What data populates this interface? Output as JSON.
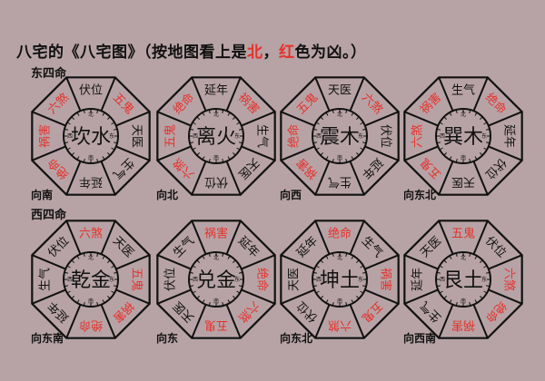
{
  "title": {
    "prefix": "八宅的《八宅图》（按地图看上是",
    "north": "北",
    "sep": "，",
    "red": "红",
    "suffix": "色为凶。）"
  },
  "colors": {
    "background": "#b7a3a6",
    "good": "#111111",
    "bad": "#e8302a",
    "line": "#111111"
  },
  "sections": [
    {
      "label": "东四命"
    },
    {
      "label": "西四命"
    }
  ],
  "ring_markers": {
    "top": "北",
    "right": "东",
    "bottom": "南",
    "left": "西"
  },
  "octagons": [
    {
      "name": "坎水",
      "direction": "向南",
      "row": 0,
      "col": 0,
      "sectors": [
        {
          "pos": "top",
          "label": "伏位",
          "bad": false
        },
        {
          "pos": "top-right",
          "label": "五鬼",
          "bad": true
        },
        {
          "pos": "right",
          "label": "天医",
          "bad": false
        },
        {
          "pos": "bottom-right",
          "label": "生气",
          "bad": false
        },
        {
          "pos": "bottom",
          "label": "延年",
          "bad": false
        },
        {
          "pos": "bottom-left",
          "label": "绝命",
          "bad": true
        },
        {
          "pos": "left",
          "label": "祸害",
          "bad": true
        },
        {
          "pos": "top-left",
          "label": "六煞",
          "bad": true
        }
      ]
    },
    {
      "name": "离火",
      "direction": "向北",
      "row": 0,
      "col": 1,
      "sectors": [
        {
          "pos": "top",
          "label": "延年",
          "bad": false
        },
        {
          "pos": "top-right",
          "label": "祸害",
          "bad": true
        },
        {
          "pos": "right",
          "label": "生气",
          "bad": false
        },
        {
          "pos": "bottom-right",
          "label": "天医",
          "bad": false
        },
        {
          "pos": "bottom",
          "label": "伏位",
          "bad": false
        },
        {
          "pos": "bottom-left",
          "label": "六煞",
          "bad": true
        },
        {
          "pos": "left",
          "label": "五鬼",
          "bad": true
        },
        {
          "pos": "top-left",
          "label": "绝命",
          "bad": true
        }
      ]
    },
    {
      "name": "震木",
      "direction": "向西",
      "row": 0,
      "col": 2,
      "sectors": [
        {
          "pos": "top",
          "label": "天医",
          "bad": false
        },
        {
          "pos": "top-right",
          "label": "六煞",
          "bad": true
        },
        {
          "pos": "right",
          "label": "伏位",
          "bad": false
        },
        {
          "pos": "bottom-right",
          "label": "延年",
          "bad": false
        },
        {
          "pos": "bottom",
          "label": "生气",
          "bad": false
        },
        {
          "pos": "bottom-left",
          "label": "祸害",
          "bad": true
        },
        {
          "pos": "left",
          "label": "绝命",
          "bad": true
        },
        {
          "pos": "top-left",
          "label": "五鬼",
          "bad": true
        }
      ]
    },
    {
      "name": "巽木",
      "direction": "向东北",
      "row": 0,
      "col": 3,
      "sectors": [
        {
          "pos": "top",
          "label": "生气",
          "bad": false
        },
        {
          "pos": "top-right",
          "label": "绝命",
          "bad": true
        },
        {
          "pos": "right",
          "label": "延年",
          "bad": false
        },
        {
          "pos": "bottom-right",
          "label": "伏位",
          "bad": false
        },
        {
          "pos": "bottom",
          "label": "天医",
          "bad": false
        },
        {
          "pos": "bottom-left",
          "label": "五鬼",
          "bad": true
        },
        {
          "pos": "left",
          "label": "六煞",
          "bad": true
        },
        {
          "pos": "top-left",
          "label": "祸害",
          "bad": true
        }
      ]
    },
    {
      "name": "乾金",
      "direction": "向东南",
      "row": 1,
      "col": 0,
      "sectors": [
        {
          "pos": "top",
          "label": "六煞",
          "bad": true
        },
        {
          "pos": "top-right",
          "label": "天医",
          "bad": false
        },
        {
          "pos": "right",
          "label": "五鬼",
          "bad": true
        },
        {
          "pos": "bottom-right",
          "label": "祸害",
          "bad": true
        },
        {
          "pos": "bottom",
          "label": "绝命",
          "bad": true
        },
        {
          "pos": "bottom-left",
          "label": "延年",
          "bad": false
        },
        {
          "pos": "left",
          "label": "生气",
          "bad": false
        },
        {
          "pos": "top-left",
          "label": "伏位",
          "bad": false
        }
      ]
    },
    {
      "name": "兑金",
      "direction": "向东",
      "row": 1,
      "col": 1,
      "sectors": [
        {
          "pos": "top",
          "label": "祸害",
          "bad": true
        },
        {
          "pos": "top-right",
          "label": "延年",
          "bad": false
        },
        {
          "pos": "right",
          "label": "绝命",
          "bad": true
        },
        {
          "pos": "bottom-right",
          "label": "六煞",
          "bad": true
        },
        {
          "pos": "bottom",
          "label": "五鬼",
          "bad": true
        },
        {
          "pos": "bottom-left",
          "label": "天医",
          "bad": false
        },
        {
          "pos": "left",
          "label": "伏位",
          "bad": false
        },
        {
          "pos": "top-left",
          "label": "生气",
          "bad": false
        }
      ]
    },
    {
      "name": "坤土",
      "direction": "向东北",
      "row": 1,
      "col": 2,
      "sectors": [
        {
          "pos": "top",
          "label": "绝命",
          "bad": true
        },
        {
          "pos": "top-right",
          "label": "生气",
          "bad": false
        },
        {
          "pos": "right",
          "label": "祸害",
          "bad": true
        },
        {
          "pos": "bottom-right",
          "label": "五鬼",
          "bad": true
        },
        {
          "pos": "bottom",
          "label": "六煞",
          "bad": true
        },
        {
          "pos": "bottom-left",
          "label": "伏位",
          "bad": false
        },
        {
          "pos": "left",
          "label": "天医",
          "bad": false
        },
        {
          "pos": "top-left",
          "label": "延年",
          "bad": false
        }
      ]
    },
    {
      "name": "艮土",
      "direction": "向西南",
      "row": 1,
      "col": 3,
      "sectors": [
        {
          "pos": "top",
          "label": "五鬼",
          "bad": true
        },
        {
          "pos": "top-right",
          "label": "伏位",
          "bad": false
        },
        {
          "pos": "right",
          "label": "六煞",
          "bad": true
        },
        {
          "pos": "bottom-right",
          "label": "绝命",
          "bad": true
        },
        {
          "pos": "bottom",
          "label": "祸害",
          "bad": true
        },
        {
          "pos": "bottom-left",
          "label": "生气",
          "bad": false
        },
        {
          "pos": "left",
          "label": "延年",
          "bad": false
        },
        {
          "pos": "top-left",
          "label": "天医",
          "bad": false
        }
      ]
    }
  ]
}
